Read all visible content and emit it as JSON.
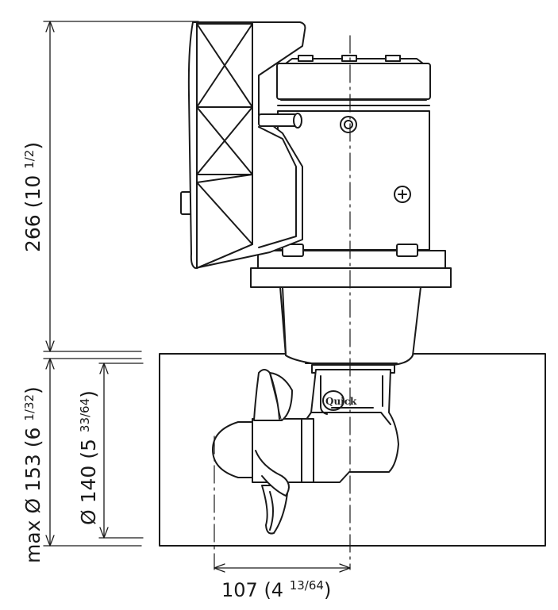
{
  "drawing": {
    "dimensions": {
      "total_height": {
        "main": "266 (10 ",
        "fraction": "1/2",
        "close": ")"
      },
      "max_tunnel_diameter": {
        "main": "max Ø 153 (6 ",
        "fraction": "1/32",
        "close": ")"
      },
      "tunnel_diameter": {
        "main": "Ø 140 (5 ",
        "fraction": "33/64",
        "close": ")"
      },
      "propeller_offset": {
        "main": "107 (4 ",
        "fraction": "13/64",
        "close": ")"
      }
    },
    "logo": {
      "text": "Quick"
    },
    "colors": {
      "line": "#1a1a1a",
      "fill": "#ffffff"
    }
  }
}
